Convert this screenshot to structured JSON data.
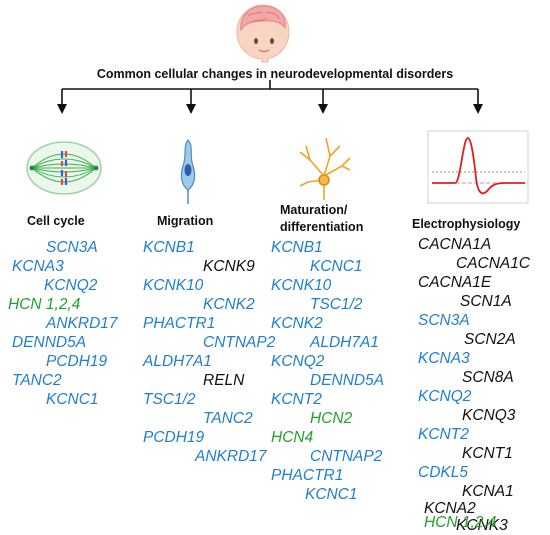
{
  "title": "Common cellular changes in neurodevelopmental disorders",
  "colors": {
    "blue": "#1f7fcf",
    "black": "#111111",
    "green": "#22a02a"
  },
  "columns": [
    {
      "title": "Cell cycle",
      "icon": "mitotic-spindle-icon",
      "genes": [
        {
          "name": "SCN3A",
          "color": "blue"
        },
        {
          "name": "KCNA3",
          "color": "blue"
        },
        {
          "name": "KCNQ2",
          "color": "blue"
        },
        {
          "name": "HCN 1,2,4",
          "color": "green"
        },
        {
          "name": "ANKRD17",
          "color": "blue"
        },
        {
          "name": "DENND5A",
          "color": "blue"
        },
        {
          "name": "PCDH19",
          "color": "blue"
        },
        {
          "name": "TANC2",
          "color": "blue"
        },
        {
          "name": "KCNC1",
          "color": "blue"
        }
      ]
    },
    {
      "title": "Migration",
      "icon": "migrating-neuron-icon",
      "genes": [
        {
          "name": "KCNB1",
          "color": "blue"
        },
        {
          "name": "KCNK9",
          "color": "black"
        },
        {
          "name": "KCNK10",
          "color": "blue"
        },
        {
          "name": "KCNK2",
          "color": "blue"
        },
        {
          "name": "PHACTR1",
          "color": "blue"
        },
        {
          "name": "CNTNAP2",
          "color": "blue"
        },
        {
          "name": "ALDH7A1",
          "color": "blue"
        },
        {
          "name": "RELN",
          "color": "black"
        },
        {
          "name": "TSC1/2",
          "color": "blue"
        },
        {
          "name": "TANC2",
          "color": "blue"
        },
        {
          "name": "PCDH19",
          "color": "blue"
        },
        {
          "name": "ANKRD17",
          "color": "blue"
        }
      ]
    },
    {
      "title": "Maturation/ differentiation",
      "title_lines": [
        "Maturation/",
        "differentiation"
      ],
      "icon": "mature-neuron-icon",
      "genes": [
        {
          "name": "KCNB1",
          "color": "blue"
        },
        {
          "name": "KCNC1",
          "color": "blue"
        },
        {
          "name": "KCNK10",
          "color": "blue"
        },
        {
          "name": "TSC1/2",
          "color": "blue"
        },
        {
          "name": "KCNK2",
          "color": "blue"
        },
        {
          "name": "ALDH7A1",
          "color": "blue"
        },
        {
          "name": "KCNQ2",
          "color": "blue"
        },
        {
          "name": "DENND5A",
          "color": "blue"
        },
        {
          "name": "KCNT2",
          "color": "blue"
        },
        {
          "name": "HCN2",
          "color": "green"
        },
        {
          "name": "HCN4",
          "color": "green"
        },
        {
          "name": "CNTNAP2",
          "color": "blue"
        },
        {
          "name": "PHACTR1",
          "color": "blue"
        },
        {
          "name": "KCNC1",
          "color": "blue"
        }
      ]
    },
    {
      "title": "Electrophysiology",
      "icon": "action-potential-icon",
      "genes": [
        {
          "name": "CACNA1A",
          "color": "black"
        },
        {
          "name": "CACNA1C",
          "color": "black"
        },
        {
          "name": "CACNA1E",
          "color": "black"
        },
        {
          "name": "SCN1A",
          "color": "black"
        },
        {
          "name": "SCN3A",
          "color": "blue"
        },
        {
          "name": "SCN2A",
          "color": "black"
        },
        {
          "name": "KCNA3",
          "color": "blue"
        },
        {
          "name": "SCN8A",
          "color": "black"
        },
        {
          "name": "KCNQ2",
          "color": "blue"
        },
        {
          "name": "KCNQ3",
          "color": "black"
        },
        {
          "name": "KCNT2",
          "color": "blue"
        },
        {
          "name": "KCNT1",
          "color": "black"
        },
        {
          "name": "CDKL5",
          "color": "blue"
        },
        {
          "name": "KCNA1",
          "color": "black"
        },
        {
          "name": "KCNA2",
          "color": "black"
        },
        {
          "name": "KCNK3",
          "color": "black"
        },
        {
          "name": "HCN 1,2,4",
          "color": "green"
        }
      ]
    }
  ]
}
